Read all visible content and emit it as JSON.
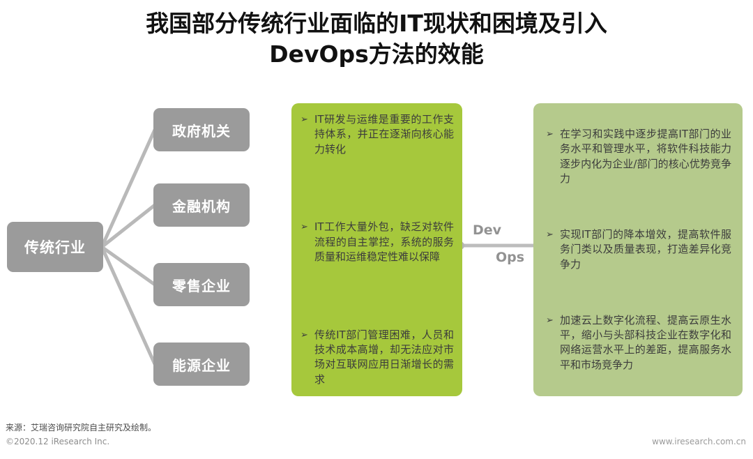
{
  "title": {
    "line1": "我国部分传统行业面临的IT现状和困境及引入",
    "line2": "DevOps方法的效能"
  },
  "bullet_glyph": "➢",
  "source_node": {
    "label": "传统行业"
  },
  "industry_nodes": [
    {
      "label": "政府机关"
    },
    {
      "label": "金融机构"
    },
    {
      "label": "零售企业"
    },
    {
      "label": "能源企业"
    }
  ],
  "it_status_box": {
    "items": [
      "IT研发与运维是重要的工作支持体系，并正在逐渐向核心能力转化",
      "IT工作大量外包，缺乏对软件流程的自主掌控，系统的服务质量和运维稳定性难以保障",
      "传统IT部门管理困难，人员和技术成本高增，却无法应对市场对互联网应用日渐增长的需求"
    ]
  },
  "devops_connector": {
    "top": "Dev",
    "bottom": "Ops"
  },
  "benefit_box": {
    "items": [
      "在学习和实践中逐步提高IT部门的业务水平和管理水平，将软件科技能力逐步内化为企业/部门的核心优势竞争力",
      "实现IT部门的降本增效，提高软件服务门类以及质量表现，打造差异化竞争力",
      "加速云上数字化流程、提高云原生水平，缩小与头部科技企业在数字化和网络运营水平上的差距，提高服务水平和市场竞争力"
    ]
  },
  "footer": {
    "source": "来源：艾瑞咨询研究院自主研究及绘制。",
    "copyright": "©2020.12 iResearch Inc.",
    "website": "www.iresearch.com.cn"
  },
  "colors": {
    "gray_node": "#9b9b9b",
    "it_status_green": "#a6c83c",
    "benefit_green": "#b5ca8c",
    "connector_gray": "#bdbdbd",
    "devops_label_gray": "#929292"
  }
}
